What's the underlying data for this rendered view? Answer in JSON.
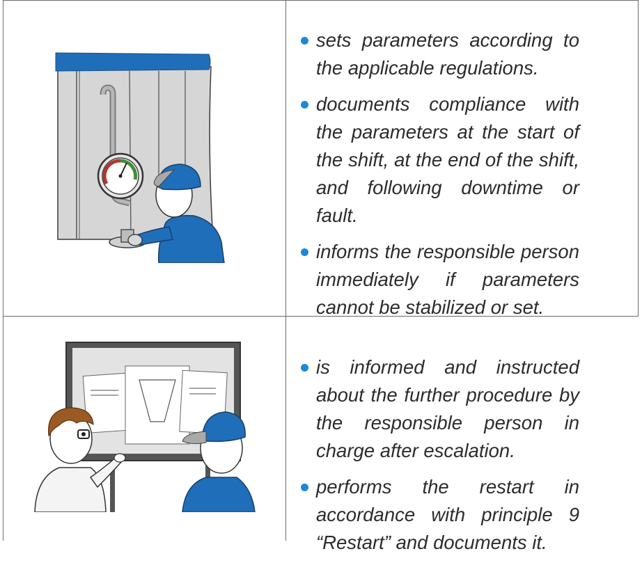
{
  "rows": [
    {
      "illustration": "worker-reading-pressure-gauge-illustration",
      "bullets": [
        "sets parameters according to the applicable regulations.",
        "documents compliance with the parameters at the start of the shift, at the end of the shift, and following downtime or fault.",
        "informs the responsible person immediately if parameters cannot be stabilized or set."
      ]
    },
    {
      "illustration": "workers-at-whiteboard-illustration",
      "bullets": [
        "is informed and instructed about the further procedure by the responsible person in charge after escalation.",
        "performs the restart in accordance with principle 9 “Restart” and documents it."
      ]
    }
  ],
  "colors": {
    "accent_blue": "#1e6fb8",
    "bullet_blue": "#1e88d6",
    "machine_grey": "#d4d4d4",
    "grid_line": "#6a6a6a"
  }
}
